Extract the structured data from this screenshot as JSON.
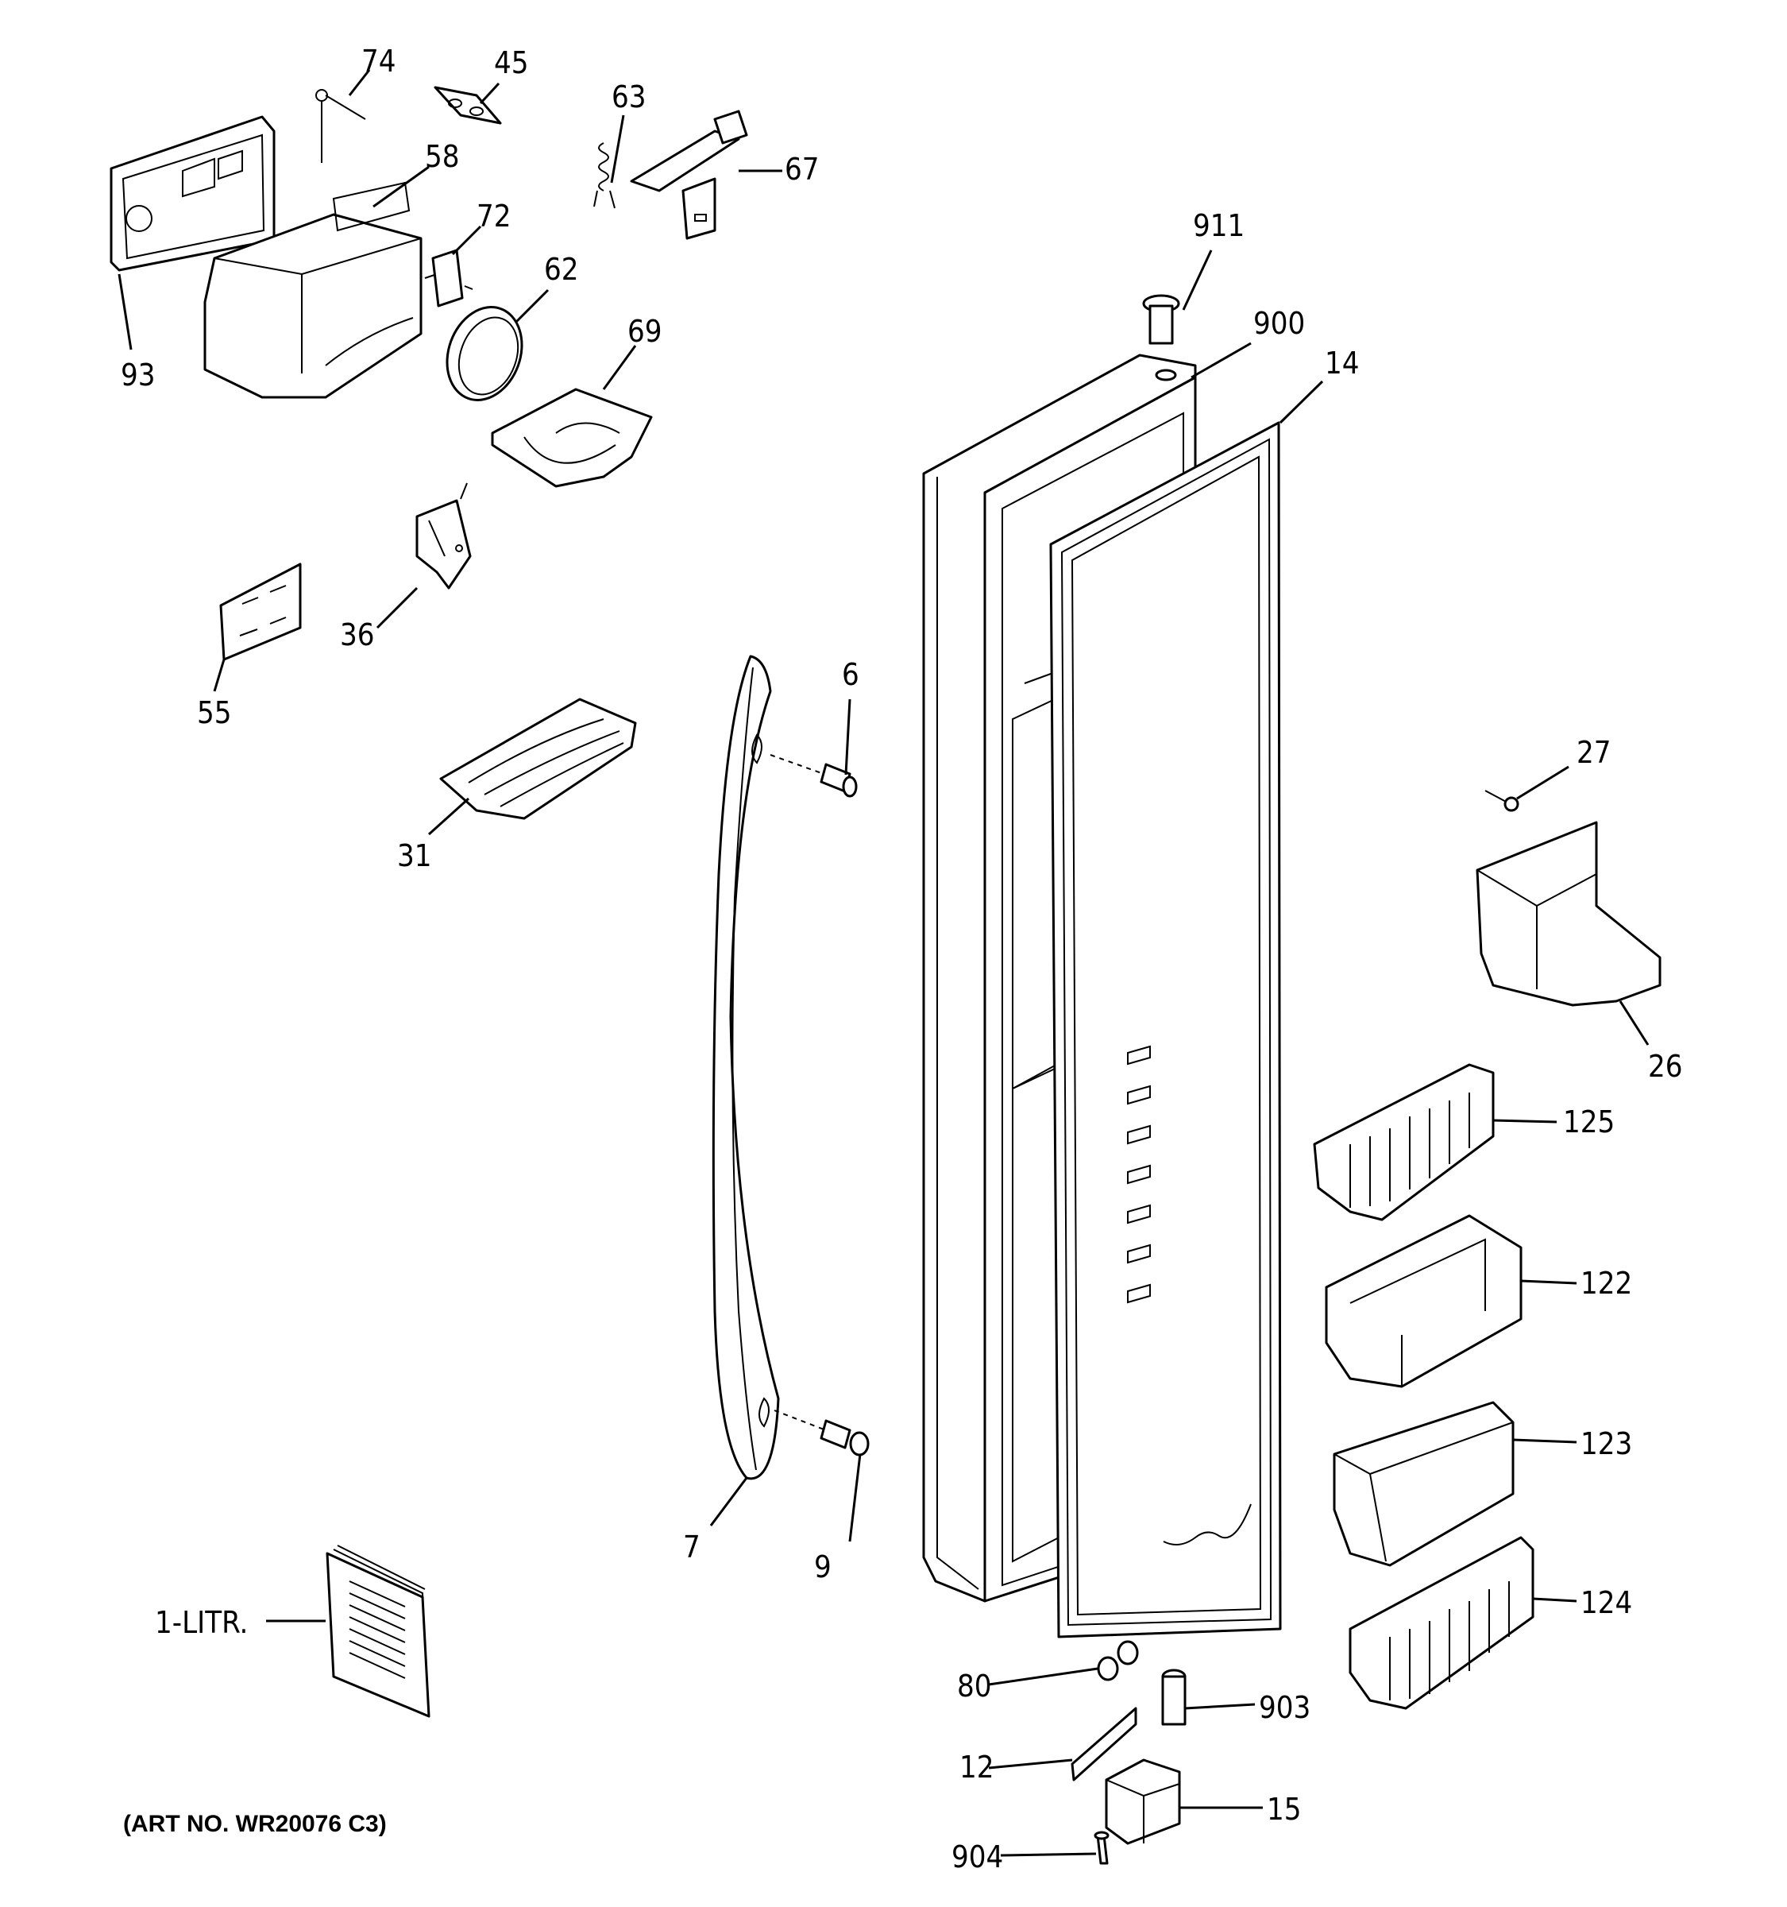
{
  "diagram": {
    "parts": [
      {
        "id": "74",
        "label": "74"
      },
      {
        "id": "45",
        "label": "45"
      },
      {
        "id": "63",
        "label": "63"
      },
      {
        "id": "58",
        "label": "58"
      },
      {
        "id": "67",
        "label": "67"
      },
      {
        "id": "72",
        "label": "72"
      },
      {
        "id": "62",
        "label": "62"
      },
      {
        "id": "69",
        "label": "69"
      },
      {
        "id": "93",
        "label": "93"
      },
      {
        "id": "911",
        "label": "911"
      },
      {
        "id": "900",
        "label": "900"
      },
      {
        "id": "14",
        "label": "14"
      },
      {
        "id": "36",
        "label": "36"
      },
      {
        "id": "55",
        "label": "55"
      },
      {
        "id": "6",
        "label": "6"
      },
      {
        "id": "31",
        "label": "31"
      },
      {
        "id": "27",
        "label": "27"
      },
      {
        "id": "26",
        "label": "26"
      },
      {
        "id": "125",
        "label": "125"
      },
      {
        "id": "122",
        "label": "122"
      },
      {
        "id": "123",
        "label": "123"
      },
      {
        "id": "124",
        "label": "124"
      },
      {
        "id": "7",
        "label": "7"
      },
      {
        "id": "9",
        "label": "9"
      },
      {
        "id": "1-LITR",
        "label": "1-LITR."
      },
      {
        "id": "80",
        "label": "80"
      },
      {
        "id": "903",
        "label": "903"
      },
      {
        "id": "12",
        "label": "12"
      },
      {
        "id": "15",
        "label": "15"
      },
      {
        "id": "904",
        "label": "904"
      }
    ],
    "art_number": "(ART NO. WR20076 C3)"
  }
}
